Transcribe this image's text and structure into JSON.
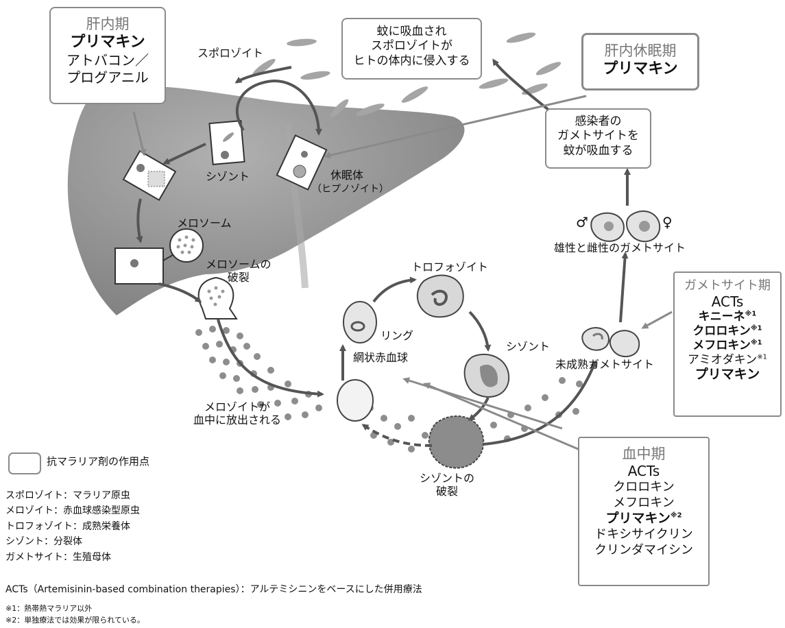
{
  "boxes": {
    "liver_stage": {
      "title": "肝内期",
      "drugs": [
        "プリマキン",
        "アトバコン／",
        "プログアニル"
      ]
    },
    "dormant_stage": {
      "title": "肝内休眠期",
      "drugs": [
        "プリマキン"
      ]
    },
    "mosquito_bite": {
      "lines": [
        "蚊に吸血され",
        "スポロゾイトが",
        "ヒトの体内に侵入する"
      ]
    },
    "mosquito_feed": {
      "lines": [
        "感染者の",
        "ガメトサイトを",
        "蚊が吸血する"
      ]
    },
    "gametocyte_stage": {
      "title": "ガメトサイト期",
      "drugs": [
        "ACTs",
        "キニーネ",
        "クロロキン",
        "メフロキン",
        "アミオダキン",
        "プリマキン"
      ],
      "marks": [
        "",
        "※1",
        "※1",
        "※1",
        "※1",
        ""
      ]
    },
    "blood_stage": {
      "title": "血中期",
      "drugs": [
        "ACTs",
        "クロロキン",
        "メフロキン",
        "プリマキン",
        "ドキシサイクリン",
        "クリンダマイシン"
      ],
      "marks": [
        "",
        "",
        "",
        "※2",
        "",
        ""
      ]
    }
  },
  "labels": {
    "sporozoite": "スポロゾイト",
    "schizont_liver": "シゾント",
    "hypnozoite_1": "休眠体",
    "hypnozoite_2": "（ヒプノゾイト）",
    "merosome": "メロソーム",
    "merosome_rupture_1": "メロソームの",
    "merosome_rupture_2": "破裂",
    "merozoite_release_1": "メロゾイトが",
    "merozoite_release_2": "血中に放出される",
    "trophozoite": "トロフォゾイト",
    "ring": "リング",
    "schizont_blood": "シゾント",
    "reticulocyte": "網状赤血球",
    "schizont_rupture_1": "シゾントの",
    "schizont_rupture_2": "破裂",
    "immature_gametocyte": "未成熟ガメトサイト",
    "male_female_gametocyte": "雄性と雌性のガメトサイト",
    "male_symbol": "♂",
    "female_symbol": "♀"
  },
  "legend": {
    "box_label": "抗マラリア剤の作用点",
    "definitions": [
      "スポロゾイト：マラリア原虫",
      "メロゾイト：赤血球感染型原虫",
      "トロフォゾイト：成熟栄養体",
      "シゾント：分裂体",
      "ガメトサイト：生殖母体"
    ],
    "acts": "ACTs（Artemisinin-based combination therapies）：アルテミシニンをベースにした併用療法"
  },
  "footnotes": [
    "※1：熱帯熱マラリア以外",
    "※2：単独療法では効果が限られている。"
  ],
  "colors": {
    "liver": "#8f8f8f",
    "arrow": "#555555",
    "box_border": "#8a8a8a",
    "cell": "#bdbdbd"
  }
}
